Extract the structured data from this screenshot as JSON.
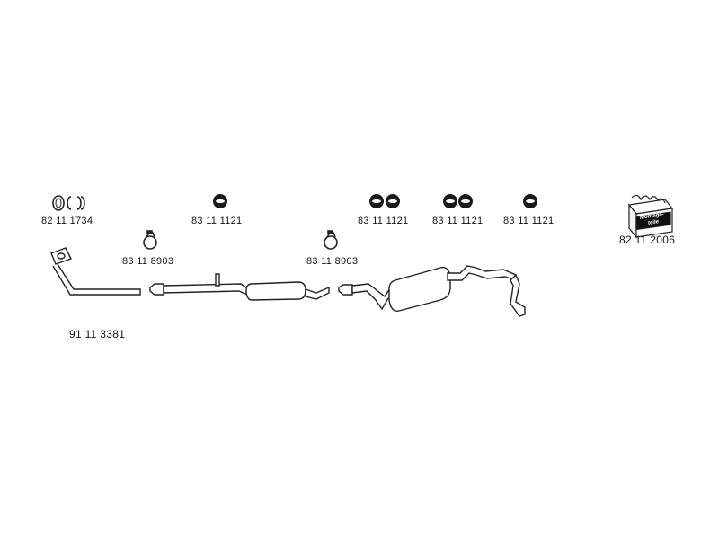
{
  "part_numbers": {
    "gasket_set": "82 11 1734",
    "rubber_mount_1": "83 11 1121",
    "rubber_mount_2": "83 11 1121",
    "rubber_mount_3": "83 11 1121",
    "rubber_mount_4": "83 11 1121",
    "clamp_1": "83 11 8903",
    "clamp_2": "83 11 8903",
    "mounting_kit": "82 11 2006",
    "front_pipe": "91 11 3381"
  },
  "mounting_kit_badge": [
    "Montage-",
    "teile"
  ],
  "colors": {
    "line": "#222222",
    "fill": "#ffffff",
    "dark": "#111111"
  }
}
